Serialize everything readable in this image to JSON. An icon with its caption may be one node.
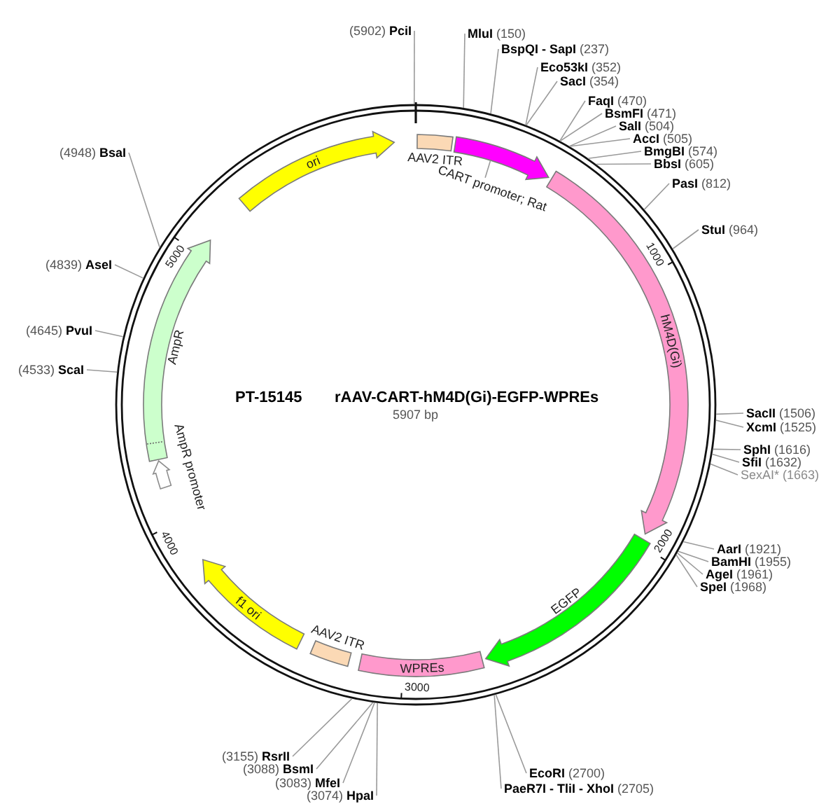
{
  "diagram": {
    "title": "rAAV-CART-hM4D(Gi)-EGFP-WPREs",
    "nodes": [
      {
        "text": [],
        "shape": "circle"
      },
      {
        "text": [
          "ori"
        ],
        "in": 0
      },
      {
        "text": [
          "AAV2 ITR"
        ],
        "in": 0
      },
      {
        "text": [],
        "shape": "arrow",
        "in": 0
      },
      {
        "text": [
          "CART promoter; Rat"
        ],
        "in": 0
      },
      {
        "text": [
          "hM4D(Gi)"
        ],
        "in": 0
      },
      {
        "text": [
          "EGFP"
        ],
        "in": 0
      },
      {
        "text": [
          "WPREs"
        ],
        "in": 0
      },
      {
        "text": [
          "AAV2 ITR"
        ],
        "in": 0
      },
      {
        "text": [
          "f1 ori"
        ],
        "in": 0
      },
      {
        "text": [
          "AmpR"
        ],
        "in": 0
      },
      {
        "text": [
          "AmpR promoter"
        ],
        "in": 0
      },
      {
        "text": [
          "(5902)",
          "PciI"
        ]
      },
      {
        "text": [
          "MluI",
          "(150)"
        ]
      },
      {
        "text": [
          "BspQI - SapI",
          "(237)"
        ]
      },
      {
        "text": [
          "Eco53kI",
          "(352)"
        ]
      },
      {
        "text": [
          "SacI",
          "(354)"
        ]
      },
      {
        "text": [
          "FaqI",
          "(470)"
        ]
      },
      {
        "text": [
          "BsmFI",
          "(471)"
        ]
      },
      {
        "text": [
          "SalI",
          "(504)"
        ]
      },
      {
        "text": [
          "AccI",
          "(505)"
        ]
      },
      {
        "text": [
          "BmgBI",
          "(574)"
        ]
      },
      {
        "text": [
          "BbsI",
          "(605)"
        ]
      },
      {
        "text": [
          "PasI",
          "(812)"
        ]
      },
      {
        "text": [
          "StuI",
          "(964)"
        ]
      },
      {
        "text": [
          "SacII",
          "(1506)"
        ]
      },
      {
        "text": [
          "XcmI",
          "(1525)"
        ]
      },
      {
        "text": [
          "SphI",
          "(1616)"
        ]
      },
      {
        "text": [
          "SfiI",
          "(1632)"
        ]
      },
      {
        "text": [
          "SexAI*",
          "(1663)"
        ]
      },
      {
        "text": [
          "AarI",
          "(1921)"
        ]
      },
      {
        "text": [
          "BamHI",
          "(1955)"
        ]
      },
      {
        "text": [
          "AgeI",
          "(1961)"
        ]
      },
      {
        "text": [
          "SpeI",
          "(1968)"
        ]
      },
      {
        "text": [
          "EcoRI",
          "(2700)"
        ]
      },
      {
        "text": [
          "PaeR7I - TliI - XhoI",
          "(2705)"
        ]
      },
      {
        "text": [
          "(3155)",
          "RsrII"
        ]
      },
      {
        "text": [
          "(3088)",
          "BsmI"
        ]
      },
      {
        "text": [
          "(3083)",
          "MfeI"
        ]
      },
      {
        "text": [
          "(3074)",
          "HpaI"
        ]
      },
      {
        "text": [
          "(4533)",
          "ScaI"
        ]
      },
      {
        "text": [
          "(4645)",
          "PvuI"
        ]
      },
      {
        "text": [
          "(4839)",
          "AseI"
        ]
      },
      {
        "text": [
          "(4948)",
          "BsaI"
        ]
      }
    ],
    "edges": [
      {
        "from": 4,
        "to": 3,
        "arrow": "none"
      },
      {
        "from": 12,
        "to": 0,
        "arrow": "none"
      },
      {
        "from": 13,
        "to": 0,
        "arrow": "none"
      },
      {
        "from": 14,
        "to": 0,
        "arrow": "none"
      },
      {
        "from": 15,
        "to": 0,
        "arrow": "none"
      },
      {
        "from": 16,
        "to": 0,
        "arrow": "none"
      },
      {
        "from": 17,
        "to": 0,
        "arrow": "none"
      },
      {
        "from": 18,
        "to": 0,
        "arrow": "none"
      },
      {
        "from": 19,
        "to": 0,
        "arrow": "none"
      },
      {
        "from": 20,
        "to": 0,
        "arrow": "none"
      },
      {
        "from": 21,
        "to": 0,
        "arrow": "none"
      },
      {
        "from": 22,
        "to": 0,
        "arrow": "none"
      },
      {
        "from": 23,
        "to": 0,
        "arrow": "none"
      },
      {
        "from": 24,
        "to": 0,
        "arrow": "none"
      },
      {
        "from": 25,
        "to": 0,
        "arrow": "none"
      },
      {
        "from": 26,
        "to": 0,
        "arrow": "none"
      },
      {
        "from": 27,
        "to": 0,
        "arrow": "none"
      },
      {
        "from": 28,
        "to": 0,
        "arrow": "none"
      },
      {
        "from": 29,
        "to": 0,
        "arrow": "none"
      },
      {
        "from": 30,
        "to": 0,
        "arrow": "none"
      },
      {
        "from": 31,
        "to": 0,
        "arrow": "none"
      },
      {
        "from": 32,
        "to": 0,
        "arrow": "none"
      },
      {
        "from": 33,
        "to": 0,
        "arrow": "none"
      },
      {
        "from": 34,
        "to": 0,
        "arrow": "none"
      },
      {
        "from": 35,
        "to": 0,
        "arrow": "none"
      },
      {
        "from": 36,
        "to": 0,
        "arrow": "none"
      },
      {
        "from": 37,
        "to": 0,
        "arrow": "none"
      },
      {
        "from": 38,
        "to": 0,
        "arrow": "none"
      },
      {
        "from": 39,
        "to": 0,
        "arrow": "none"
      },
      {
        "from": 40,
        "to": 0,
        "arrow": "none"
      },
      {
        "from": 41,
        "to": 0,
        "arrow": "none"
      },
      {
        "from": 42,
        "to": 0,
        "arrow": "none"
      },
      {
        "from": 43,
        "to": 0,
        "arrow": "none"
      }
    ],
    "labels": [
      "PT-15145",
      "5907 bp",
      "1000",
      "2000",
      "3000",
      "4000",
      "5000"
    ]
  }
}
